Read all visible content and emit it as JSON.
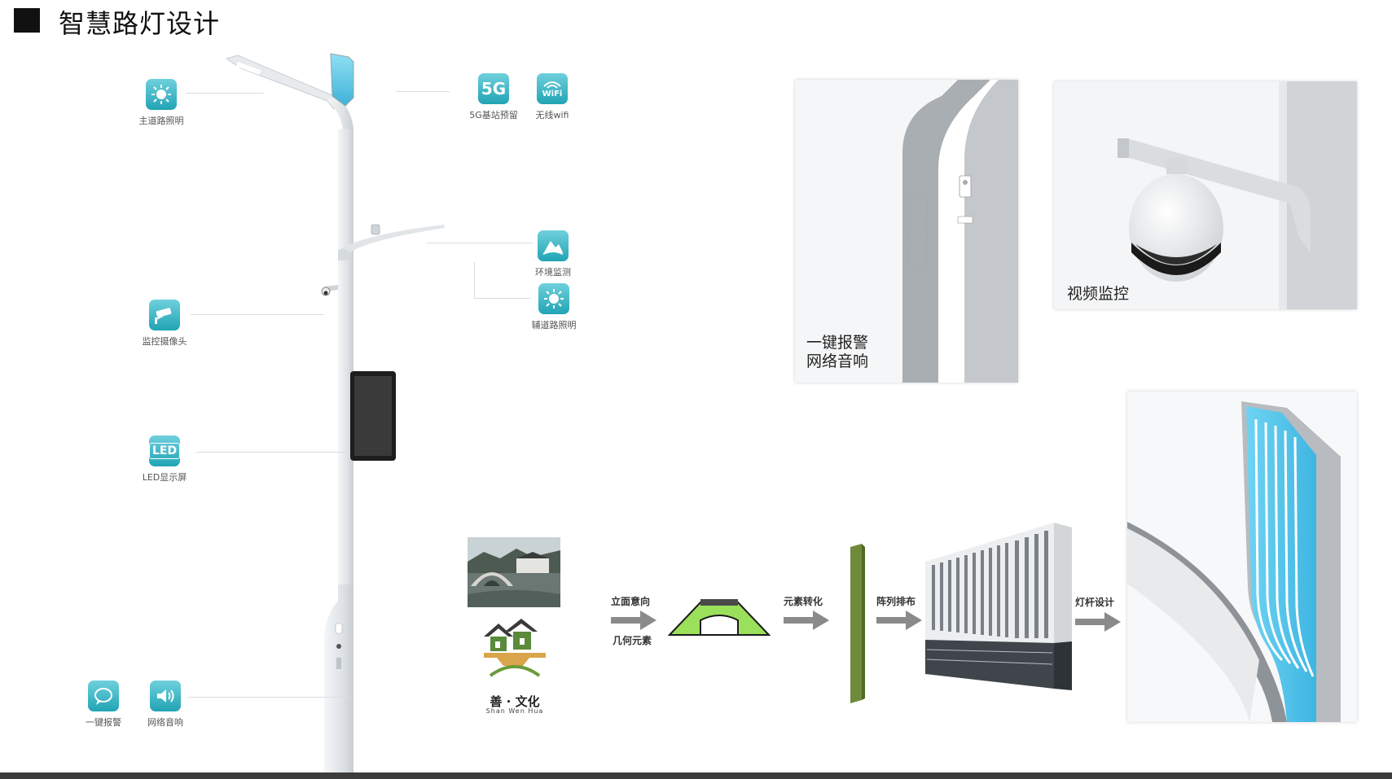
{
  "title": "智慧路灯设计",
  "features": {
    "main_lighting": "主道路照明",
    "base_5g_icon": "5G",
    "base_5g": "5G基站预留",
    "wifi_icon": "WiFi",
    "wifi": "无线wifi",
    "env_monitor": "环境监测",
    "aux_lighting": "辅道路照明",
    "camera": "监控摄像头",
    "led_icon": "LED",
    "led_screen": "LED显示屏",
    "alarm": "一键报警",
    "audio": "网络音响"
  },
  "panels": {
    "alarm_audio": [
      "一键报警",
      "网络音响"
    ],
    "video": "视频监控"
  },
  "flow": {
    "facade": "立面意向",
    "geometric": "几何元素",
    "transform": "元素转化",
    "array": "阵列排布",
    "pole_design": "灯杆设计"
  },
  "culture_logo": {
    "name": "善 · 文化",
    "pinyin": "Shan Wen Hua"
  },
  "colors": {
    "accent": "#21a4b4",
    "screen_blue": "#5cc3e3",
    "pole": "#e4e7ea",
    "arrow": "#8a8a8a"
  }
}
